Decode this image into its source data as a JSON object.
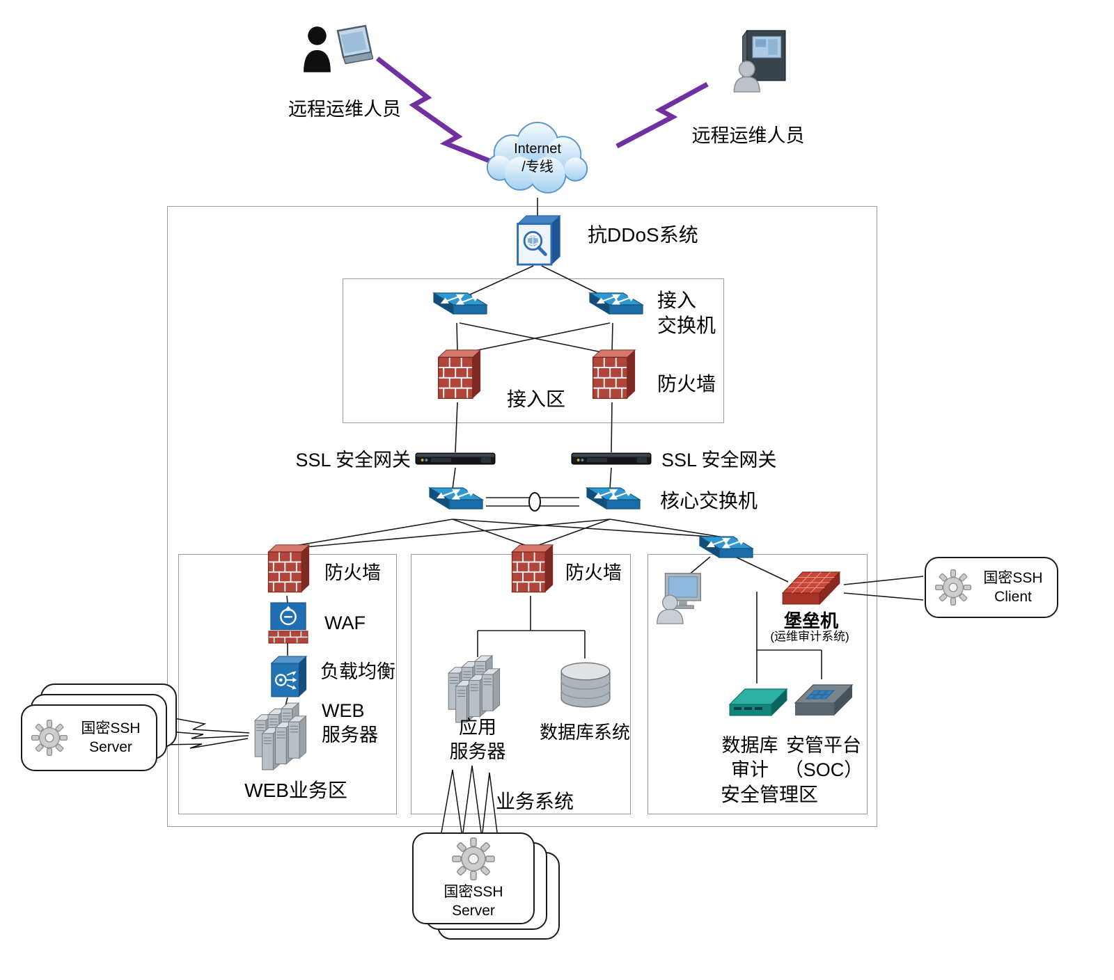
{
  "actors": {
    "left_label": "远程运维人员",
    "right_label": "远程运维人员"
  },
  "cloud": {
    "label": "Internet\n/专线"
  },
  "antiddos": {
    "label": "抗DDoS系统"
  },
  "access_zone": {
    "title": "接入区",
    "switch_label": "接入\n交换机",
    "firewall_label": "防火墙"
  },
  "ssl": {
    "left_label": "SSL 安全网关",
    "right_label": "SSL 安全网关"
  },
  "core": {
    "label": "核心交换机"
  },
  "web_zone": {
    "title": "WEB业务区",
    "firewall_label": "防火墙",
    "waf_label": "WAF",
    "lb_label": "负载均衡",
    "server_label": "WEB\n服务器"
  },
  "biz_zone": {
    "title": "业务系统",
    "firewall_label": "防火墙",
    "app_server_label": "应用\n服务器",
    "database_label": "数据库系统"
  },
  "mgmt_zone": {
    "title": "安全管理区",
    "bastion_label": "堡垒机",
    "bastion_sub_label": "(运维审计系统)",
    "db_audit_label": "数据库\n审计",
    "soc_label": "安管平台\n（SOC）"
  },
  "callouts": {
    "left_label": "国密SSH\nServer",
    "right_label": "国密SSH\nClient",
    "bottom_label": "国密SSH\nServer"
  }
}
